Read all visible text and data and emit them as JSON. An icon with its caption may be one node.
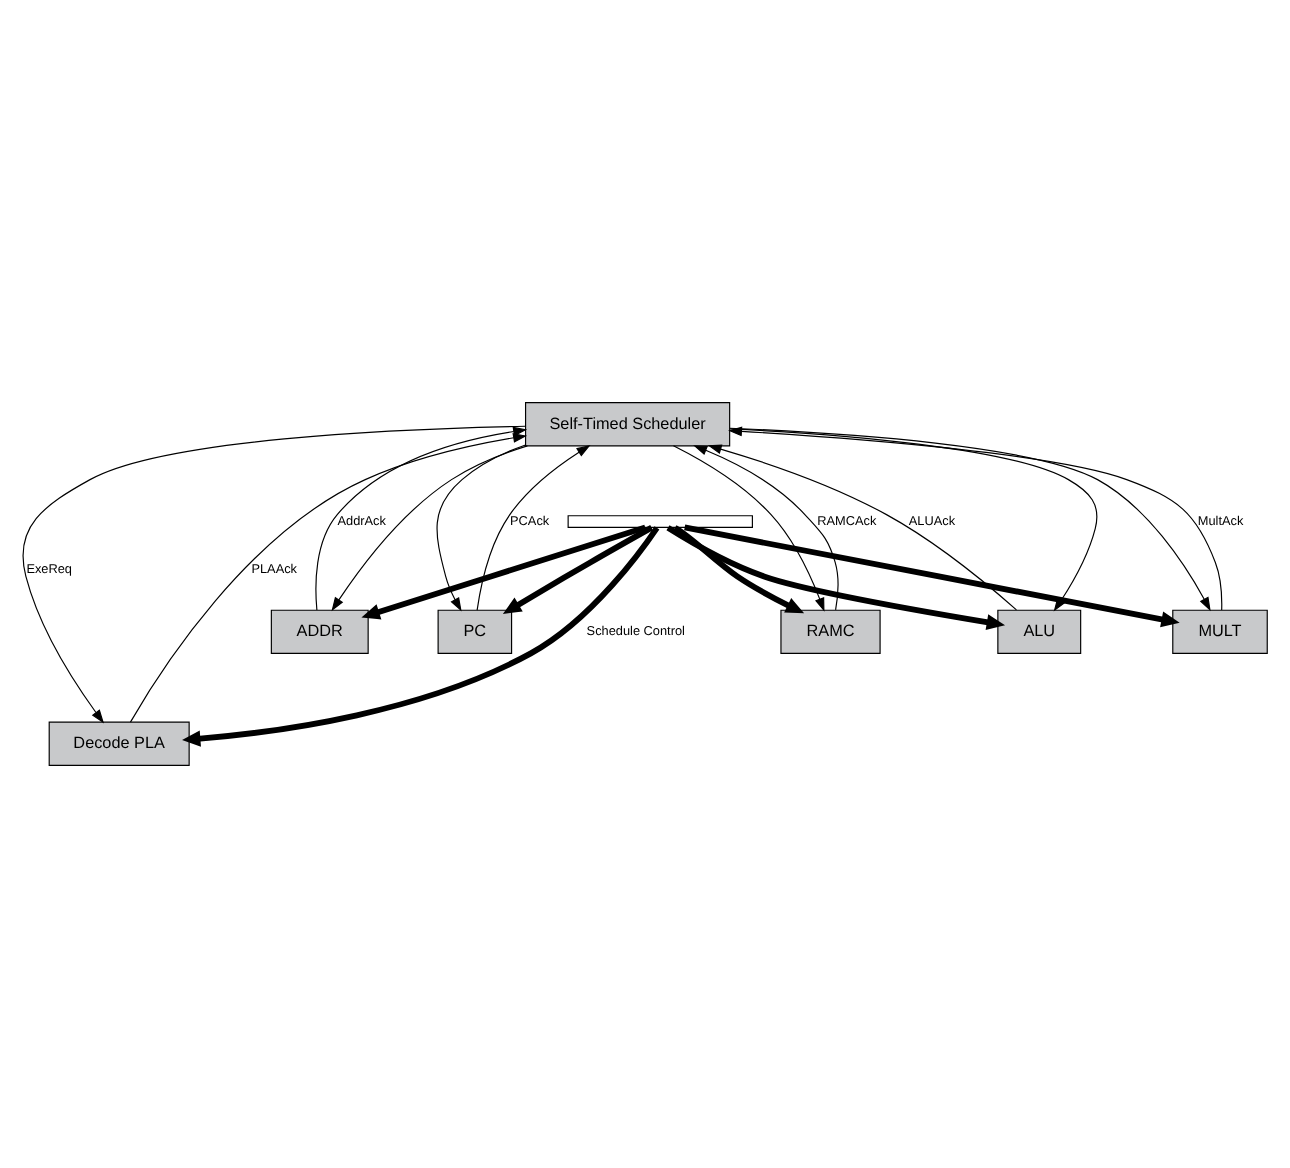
{
  "diagram": {
    "nodes": [
      {
        "text": [
          "Self-Timed Scheduler"
        ]
      },
      {
        "text": [
          "ADDR"
        ]
      },
      {
        "text": [
          "PC"
        ]
      },
      {
        "text": [
          "RAMC"
        ]
      },
      {
        "text": [
          "ALU"
        ]
      },
      {
        "text": [
          "MULT"
        ]
      },
      {
        "text": [
          "Decode PLA"
        ]
      },
      {
        "text": [],
        "shape": "bar"
      }
    ],
    "edges": [
      {
        "from": 0,
        "to": 1,
        "arrow": "to"
      },
      {
        "from": 0,
        "to": 2,
        "arrow": "to"
      },
      {
        "from": 0,
        "to": 3,
        "arrow": "to"
      },
      {
        "from": 0,
        "to": 4,
        "arrow": "to"
      },
      {
        "from": 0,
        "to": 5,
        "arrow": "to"
      },
      {
        "from": 0,
        "to": 6,
        "arrow": "to",
        "label": "ExeReq"
      },
      {
        "from": 1,
        "to": 0,
        "arrow": "to",
        "label": "AddrAck"
      },
      {
        "from": 2,
        "to": 0,
        "arrow": "to",
        "label": "PCAck"
      },
      {
        "from": 3,
        "to": 0,
        "arrow": "to",
        "label": "RAMCAck"
      },
      {
        "from": 4,
        "to": 0,
        "arrow": "to",
        "label": "ALUAck"
      },
      {
        "from": 5,
        "to": 0,
        "arrow": "to",
        "label": "MultAck"
      },
      {
        "from": 6,
        "to": 0,
        "arrow": "to",
        "label": "PLAAck"
      },
      {
        "from": 7,
        "to": 1,
        "arrow": "to",
        "style": "thick"
      },
      {
        "from": 7,
        "to": 2,
        "arrow": "to",
        "style": "thick"
      },
      {
        "from": 7,
        "to": 3,
        "arrow": "to",
        "style": "thick"
      },
      {
        "from": 7,
        "to": 4,
        "arrow": "to",
        "style": "thick"
      },
      {
        "from": 7,
        "to": 5,
        "arrow": "to",
        "style": "thick"
      },
      {
        "from": 7,
        "to": 6,
        "arrow": "to",
        "style": "thick",
        "label": "Schedule Control"
      }
    ]
  }
}
